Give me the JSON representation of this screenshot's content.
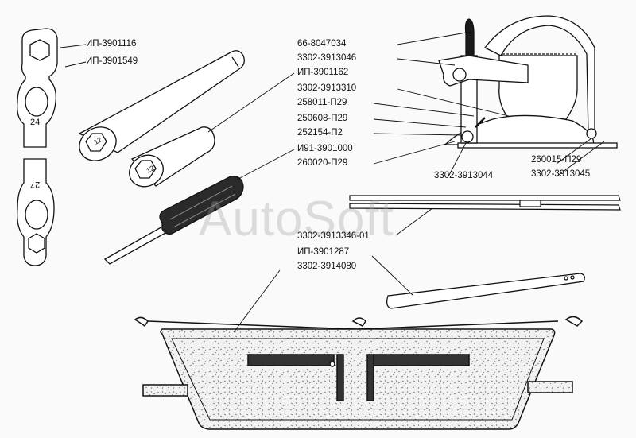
{
  "watermark": "AutoSoft",
  "labels": {
    "ip_3901116": "ИП-3901116",
    "ip_3901549": "ИП-3901549",
    "ip_3901162": "ИП-3901162",
    "i91_3901000": "И91-3901000",
    "n66_8047034": "66-8047034",
    "n3302_3913046": "3302-3913046",
    "n3302_3913310": "3302-3913310",
    "n258011_p29": "258011-П29",
    "n250608_p29": "250608-П29",
    "n252154_p2": "252154-П2",
    "n260020_p29": "260020-П29",
    "n3302_3913044": "3302-3913044",
    "n260015_p29": "260015-П29",
    "n3302_3913045": "3302-3913045",
    "n3302_3913346_01": "3302-3913346-01",
    "ip_3901287": "ИП-3901287",
    "n3302_3914080": "3302-3914080"
  },
  "wrench_sizes": {
    "top": "24",
    "bottom": "27"
  },
  "socket_sizes": {
    "long": "12",
    "short": "12"
  }
}
